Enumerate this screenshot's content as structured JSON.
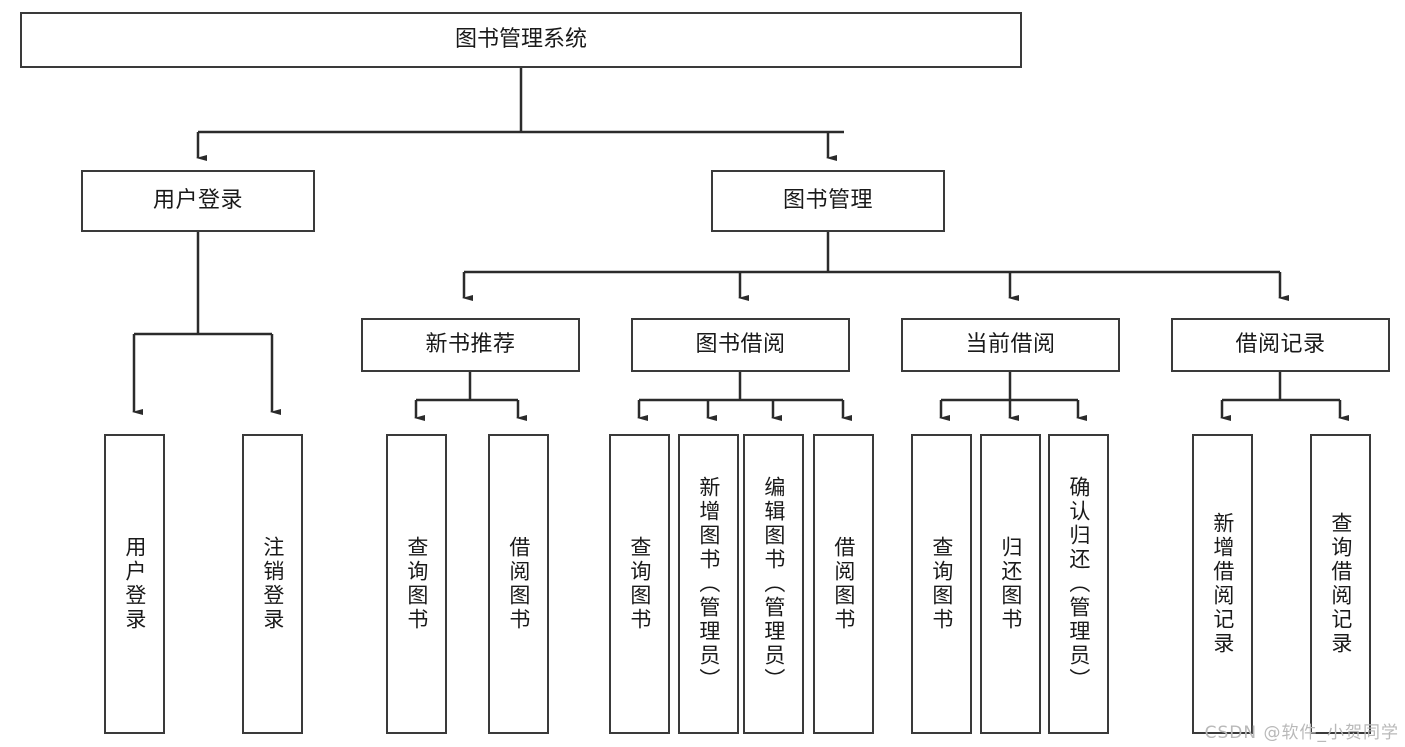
{
  "diagram": {
    "title": "图书管理系统",
    "type": "hierarchy-tree",
    "watermark": "CSDN @软件_小贺同学",
    "colors": {
      "box_border": "#3a3a3a",
      "box_fill": "#ffffff",
      "connector": "#2b2b2b",
      "text": "#1a1a1a",
      "watermark": "#b9b9b9"
    },
    "nodes": {
      "root": {
        "label": "图书管理系统"
      },
      "level2": [
        {
          "id": "user-login",
          "label": "用户登录"
        },
        {
          "id": "book-manage",
          "label": "图书管理"
        }
      ],
      "level3": [
        {
          "id": "new-book-recommend",
          "label": "新书推荐"
        },
        {
          "id": "book-borrow",
          "label": "图书借阅"
        },
        {
          "id": "current-borrow",
          "label": "当前借阅"
        },
        {
          "id": "borrow-record",
          "label": "借阅记录"
        }
      ],
      "leaves": {
        "user-login": [
          {
            "id": "leaf-user-login",
            "label": "用户登录"
          },
          {
            "id": "leaf-user-logout",
            "label": "注销登录"
          }
        ],
        "new-book-recommend": [
          {
            "id": "leaf-query-book-1",
            "label": "查询图书"
          },
          {
            "id": "leaf-borrow-book-1",
            "label": "借阅图书"
          }
        ],
        "book-borrow": [
          {
            "id": "leaf-query-book-2",
            "label": "查询图书"
          },
          {
            "id": "leaf-add-book",
            "label": "新增图书（管理员）"
          },
          {
            "id": "leaf-edit-book",
            "label": "编辑图书（管理员）"
          },
          {
            "id": "leaf-borrow-book-2",
            "label": "借阅图书"
          }
        ],
        "current-borrow": [
          {
            "id": "leaf-query-book-3",
            "label": "查询图书"
          },
          {
            "id": "leaf-return-book",
            "label": "归还图书"
          },
          {
            "id": "leaf-confirm-return",
            "label": "确认归还（管理员）"
          }
        ],
        "borrow-record": [
          {
            "id": "leaf-add-record",
            "label": "新增借阅记录"
          },
          {
            "id": "leaf-query-record",
            "label": "查询借阅记录"
          }
        ]
      }
    }
  }
}
